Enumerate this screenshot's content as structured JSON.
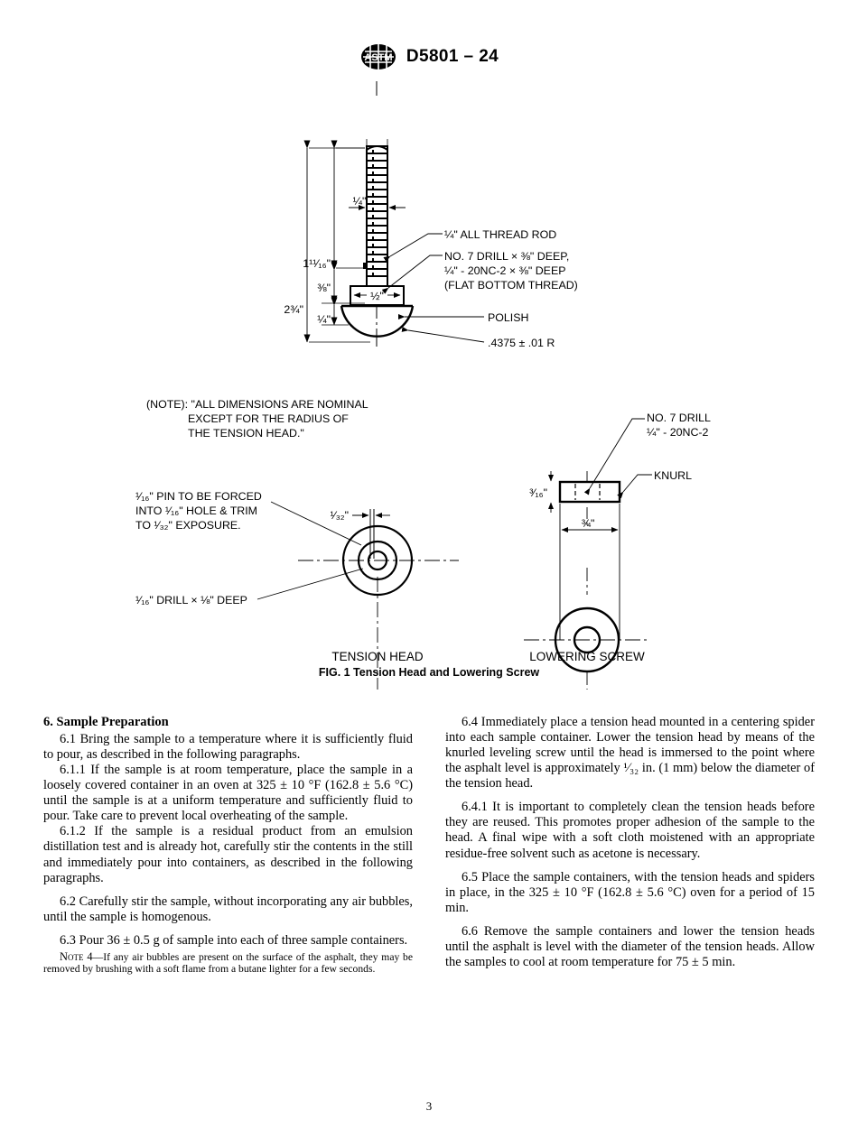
{
  "header": {
    "logo_icon": "astm-logo-icon",
    "designation": "D5801 – 24"
  },
  "figure": {
    "caption": "FIG. 1 Tension Head and Lowering Screw",
    "view_left_name": "TENSION HEAD",
    "view_right_name": "LOWERING SCREW",
    "tension_head": {
      "dim_rod_width": "¼\"",
      "dim_thread_length": "1¹¹⁄₁₆\"",
      "dim_total_length": "2¾\"",
      "dim_lower_thread": "⅜\"",
      "dim_collar_height": "¼\"",
      "dim_collar_width": "½\"",
      "label_rod": "¼\" ALL THREAD ROD",
      "label_drill_line1": "NO. 7 DRILL × ⅜\" DEEP,",
      "label_drill_line2": "¼\" - 20NC-2 × ⅜\" DEEP",
      "label_drill_line3": "(FLAT BOTTOM THREAD)",
      "label_polish": "POLISH",
      "label_radius": ".4375 ± .01 R"
    },
    "note_block": {
      "line1": "(NOTE): \"ALL DIMENSIONS ARE NOMINAL",
      "line2": "EXCEPT FOR THE RADIUS OF",
      "line3": "THE TENSION HEAD.\""
    },
    "tension_head_top": {
      "label_pin_line1": "¹⁄₁₆\" PIN TO BE FORCED",
      "label_pin_line2": "INTO ¹⁄₁₆\" HOLE & TRIM",
      "label_pin_line3": "TO ¹⁄₃₂\" EXPOSURE.",
      "label_drill": "¹⁄₁₆\" DRILL × ⅛\" DEEP",
      "dim_pin": "¹⁄₃₂\""
    },
    "lowering_screw": {
      "label_drill_line1": "NO. 7 DRILL",
      "label_drill_line2": "¼\" - 20NC-2",
      "label_knurl": "KNURL",
      "dim_thickness": "³⁄₁₆\"",
      "dim_diameter": "¾\""
    }
  },
  "body": {
    "section_heading": "6.  Sample Preparation",
    "left_column": [
      {
        "id": "para-6-1",
        "text": "6.1  Bring the sample to a temperature where it is sufficiently fluid to pour, as described in the following paragraphs."
      },
      {
        "id": "para-6-1-1",
        "text": "6.1.1  If the sample is at room temperature, place the sample in a loosely covered container in an oven at 325 ± 10 °F (162.8 ± 5.6 °C) until the sample is at a uniform temperature and sufficiently fluid to pour. Take care to prevent local overheating of the sample."
      },
      {
        "id": "para-6-1-2",
        "text": "6.1.2  If the sample is a residual product from an emulsion distillation test and is already hot, carefully stir the contents in the still and immediately pour into containers, as described in the following paragraphs."
      },
      {
        "id": "para-6-2",
        "text": "6.2  Carefully stir the sample, without incorporating any air bubbles, until the sample is homogenous."
      },
      {
        "id": "para-6-3",
        "text": "6.3  Pour 36 ± 0.5 g of sample into each of three sample containers."
      }
    ],
    "note_4": {
      "label": "Note 4",
      "text": "—If any air bubbles are present on the surface of the asphalt, they may be removed by brushing with a soft flame from a butane lighter for a few seconds."
    },
    "right_column": [
      {
        "id": "para-6-4",
        "text": "6.4  Immediately place a tension head mounted in a centering spider into each sample container. Lower the tension head by means of the knurled leveling screw until the head is immersed to the point where the asphalt level is approximately ¹⁄₃₂ in. (1 mm) below the diameter of the tension head."
      },
      {
        "id": "para-6-4-1",
        "text": "6.4.1  It is important to completely clean the tension heads before they are reused. This promotes proper adhesion of the sample to the head. A final wipe with a soft cloth moistened with an appropriate residue-free solvent such as acetone is necessary."
      },
      {
        "id": "para-6-5",
        "text": "6.5  Place the sample containers, with the tension heads and spiders in place, in the 325 ± 10 °F (162.8 ± 5.6 °C) oven for a period of 15 min."
      },
      {
        "id": "para-6-6",
        "text": "6.6  Remove the sample containers and lower the tension heads until the asphalt is level with the diameter of the tension heads. Allow the samples to cool at room temperature for 75 ± 5 min."
      }
    ]
  },
  "footer": {
    "page_number": "3"
  }
}
